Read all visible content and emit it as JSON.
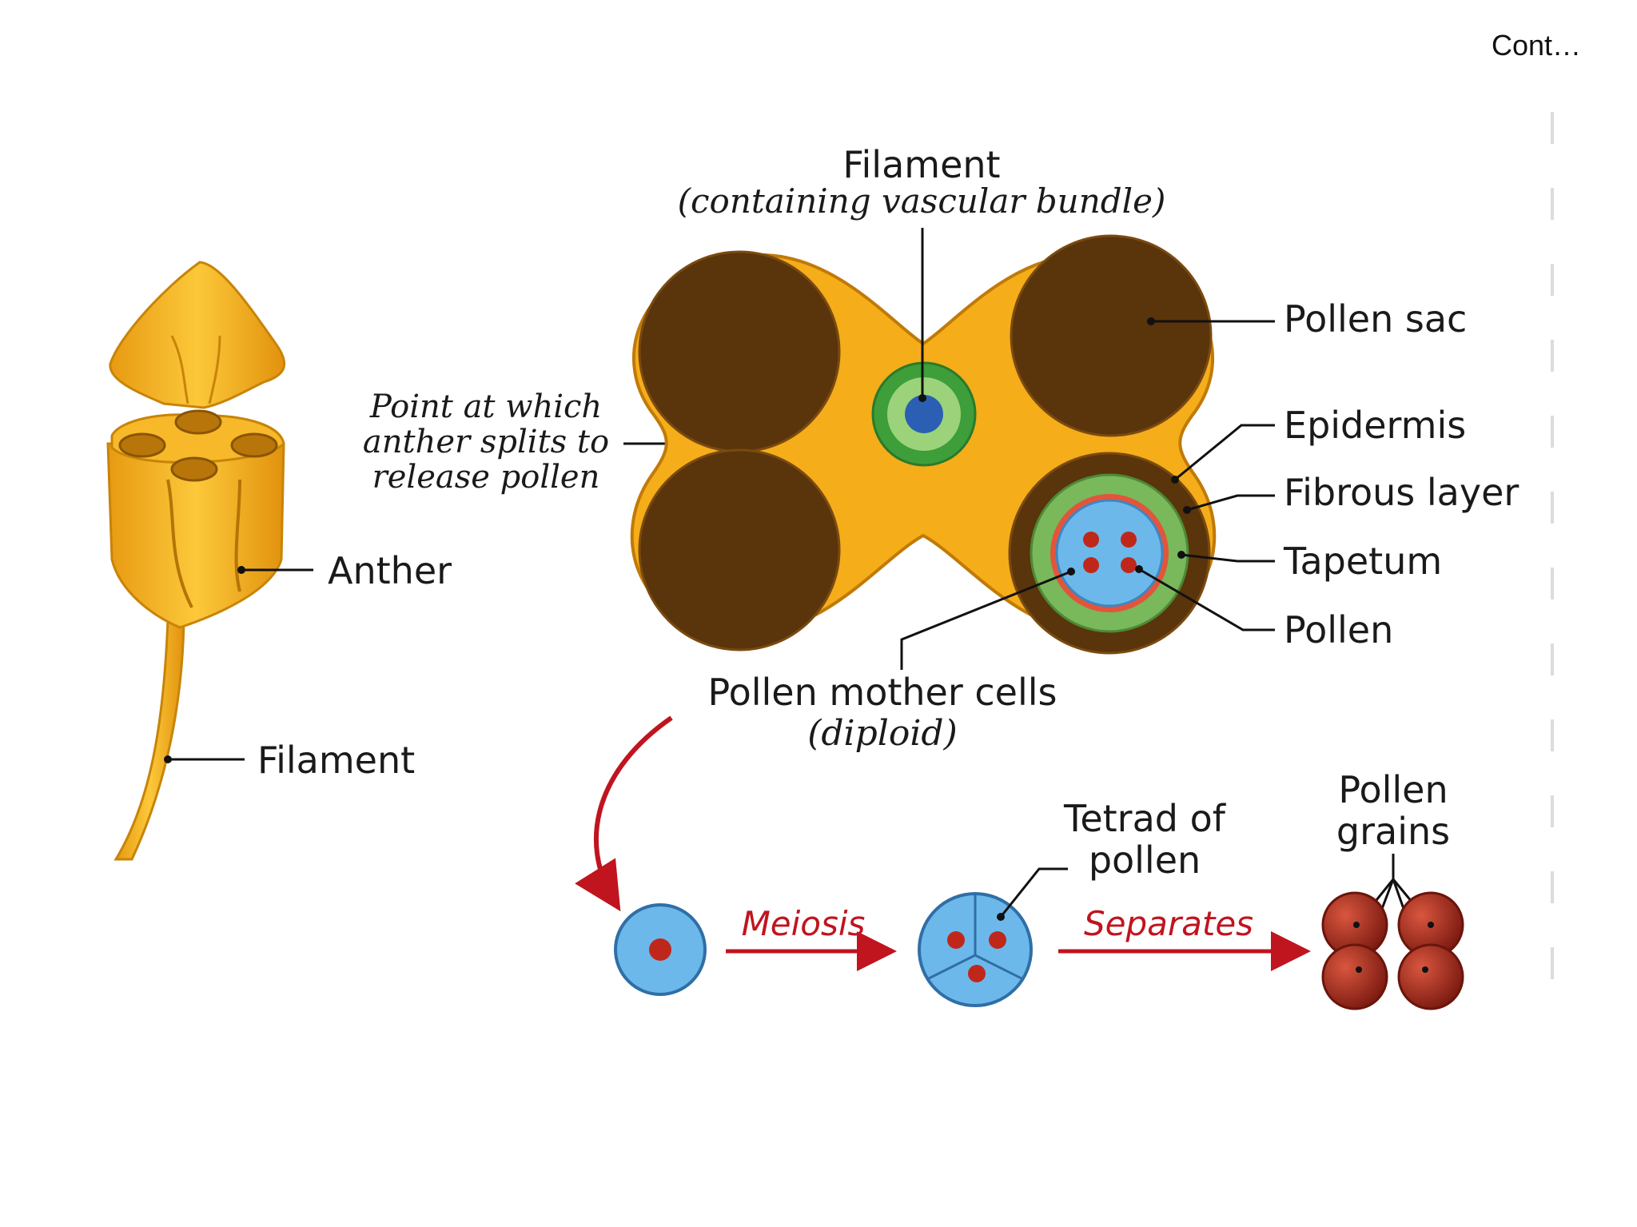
{
  "header": {
    "cont": "Cont…"
  },
  "labels": {
    "filament_top_title": "Filament",
    "filament_top_sub": "(containing vascular bundle)",
    "pollen_sac": "Pollen sac",
    "epidermis": "Epidermis",
    "fibrous_layer": "Fibrous layer",
    "tapetum": "Tapetum",
    "pollen": "Pollen",
    "pollen_mother_cells": "Pollen mother cells",
    "diploid": "(diploid)",
    "split_line1": "Point at which",
    "split_line2": "anther splits to",
    "split_line3": "release pollen",
    "anther": "Anther",
    "filament_left": "Filament",
    "tetrad_line1": "Tetrad of",
    "tetrad_line2": "pollen",
    "grains_line1": "Pollen",
    "grains_line2": "grains",
    "meiosis": "Meiosis",
    "separates": "Separates"
  },
  "colors": {
    "anther_gold": "#f5ad1a",
    "sac_brown": "#5a340a",
    "epidermis_outline": "#c07a08",
    "fibrous_green": "#79b85b",
    "tapetum_red": "#e2553a",
    "pollen_blue": "#6cb8ea",
    "pollen_dot": "#c0271b",
    "arrow_red": "#c0141f"
  }
}
